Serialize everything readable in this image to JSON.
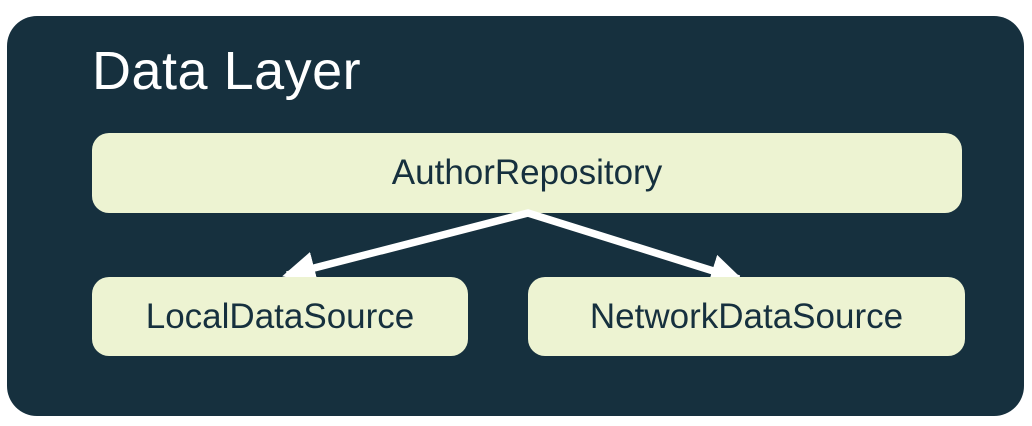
{
  "diagram": {
    "title": "Data Layer",
    "nodes": [
      {
        "id": "repository",
        "label": "AuthorRepository"
      },
      {
        "id": "local",
        "label": "LocalDataSource"
      },
      {
        "id": "network",
        "label": "NetworkDataSource"
      }
    ],
    "edges": [
      {
        "from": "AuthorRepository",
        "to": "LocalDataSource"
      },
      {
        "from": "AuthorRepository",
        "to": "NetworkDataSource"
      }
    ],
    "colors": {
      "container_bg": "#16303E",
      "node_bg": "#EDF3D2",
      "node_text": "#16303E",
      "title_text": "#FFFFFF",
      "arrow": "#FFFFFF"
    }
  }
}
